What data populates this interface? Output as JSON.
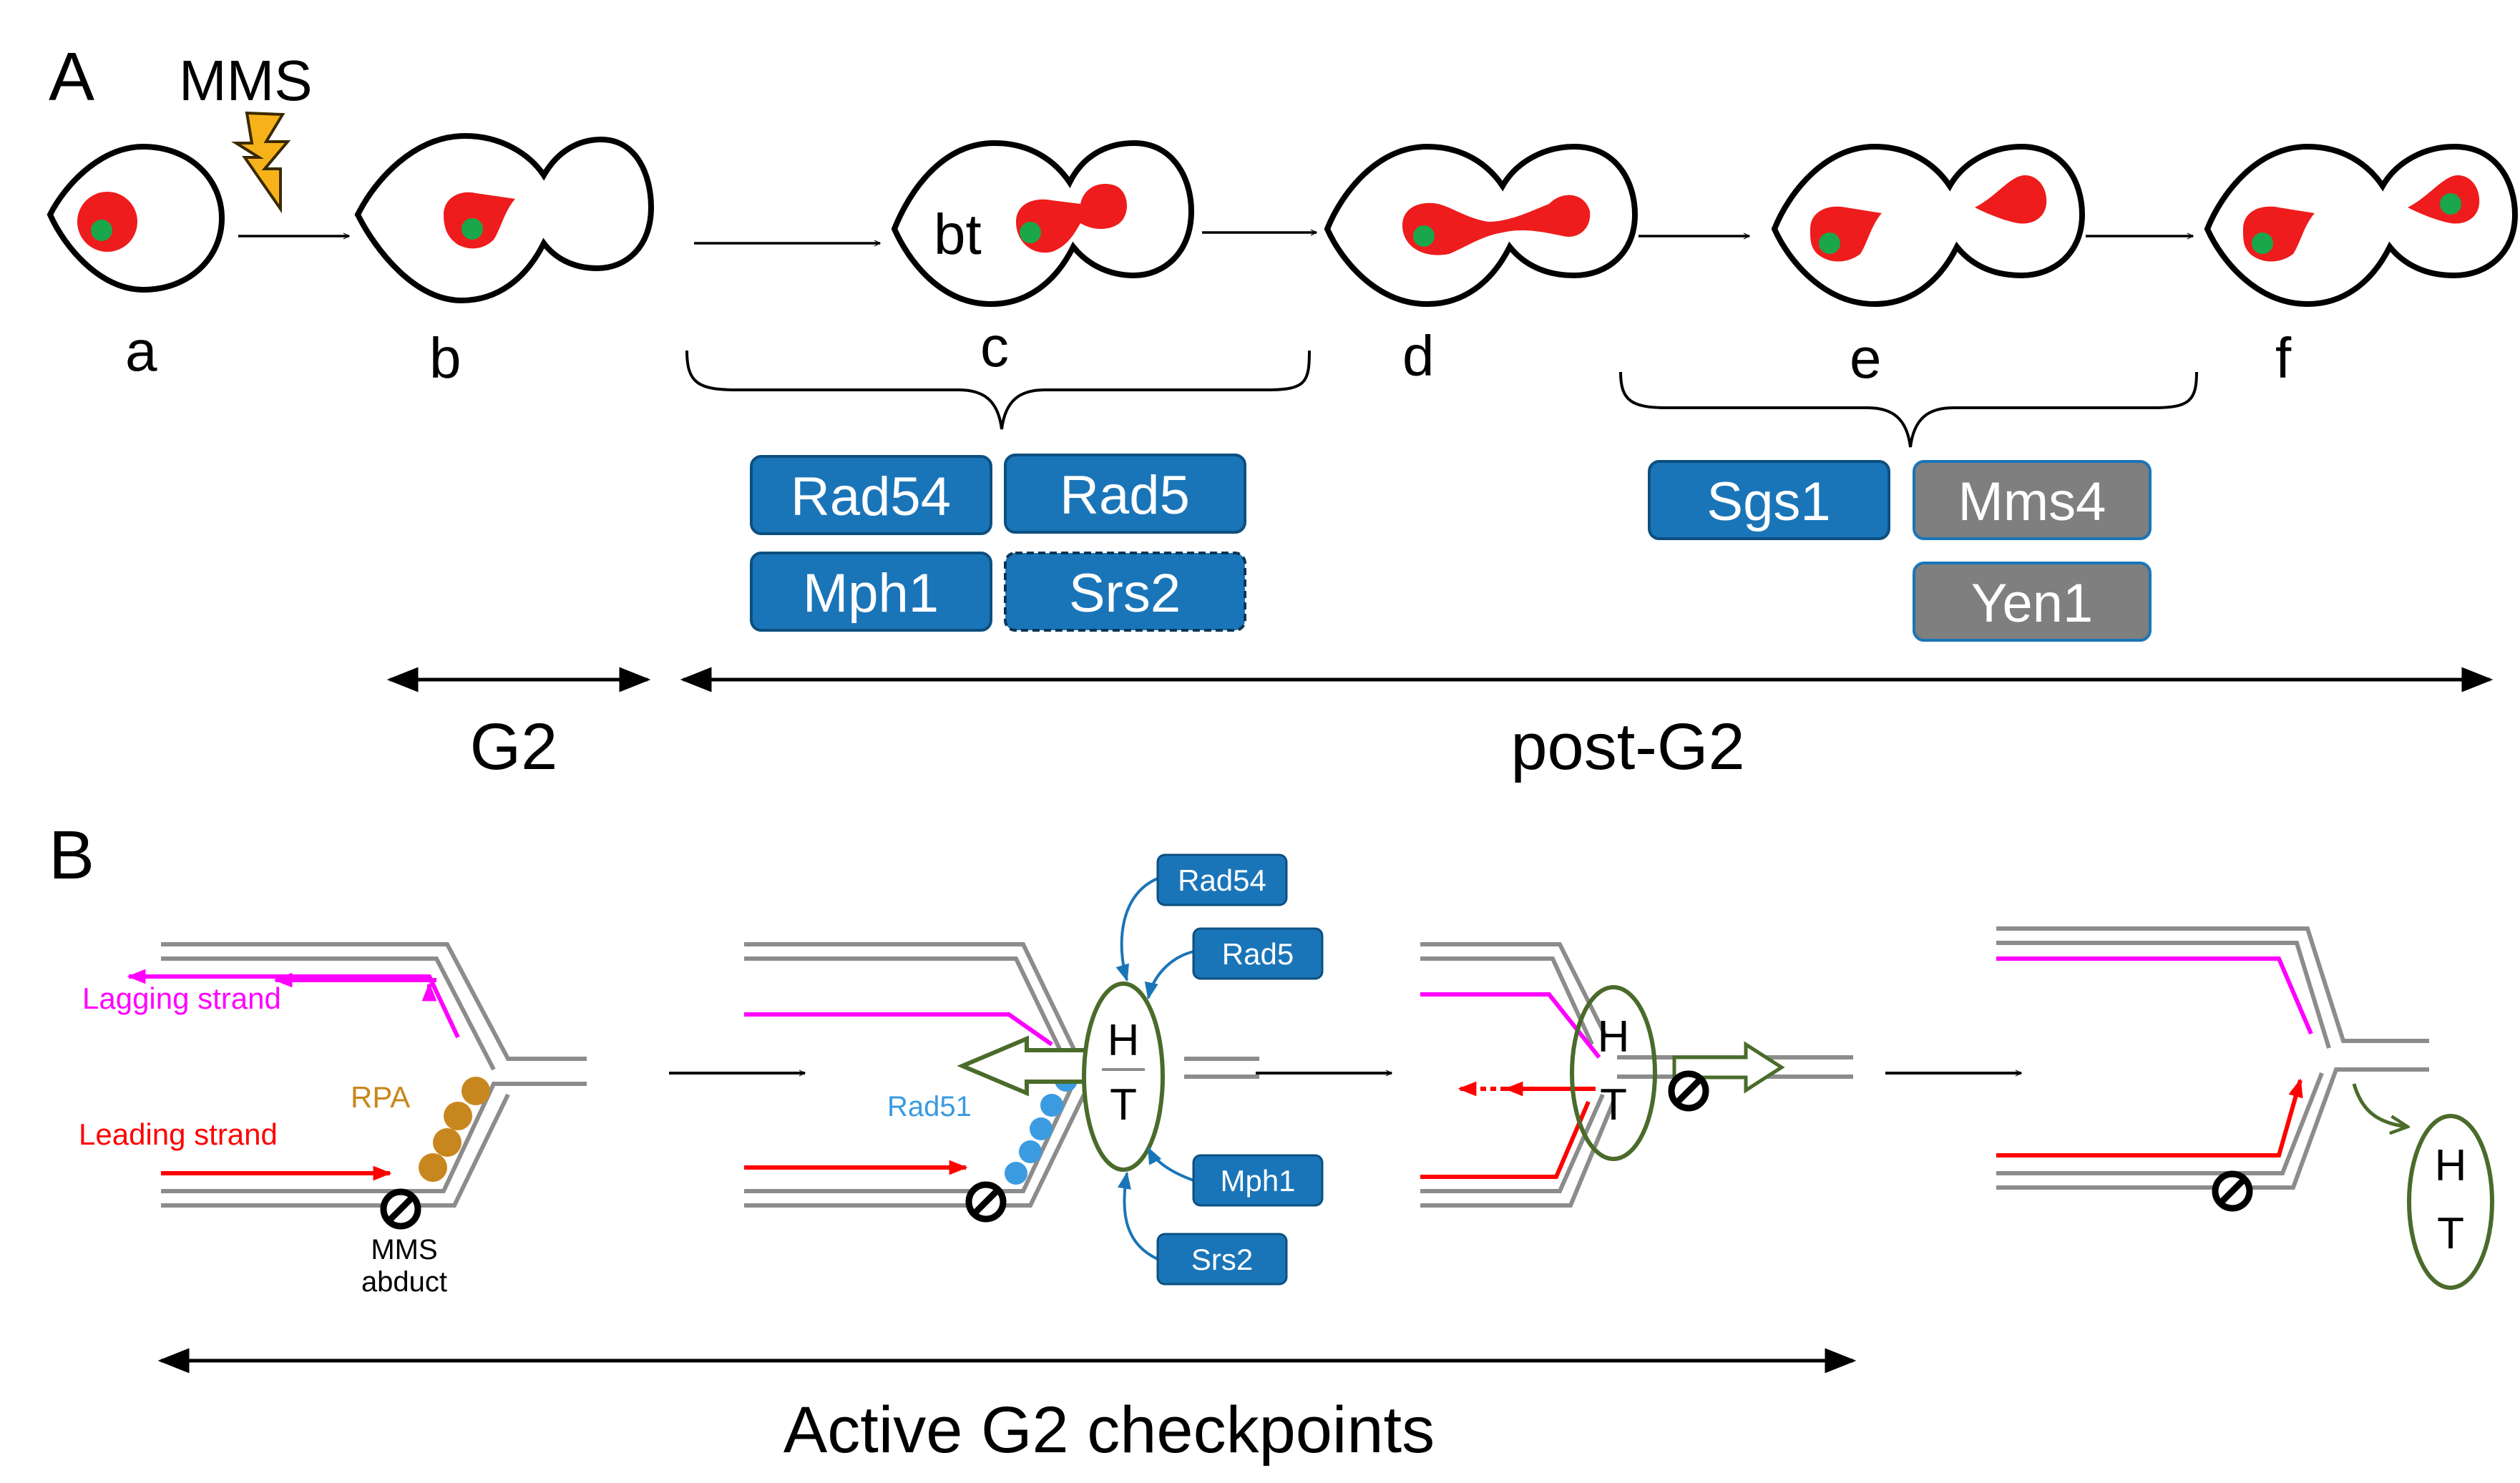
{
  "panel_a": {
    "label": "A",
    "mms_label": "MMS",
    "cell_labels": [
      "a",
      "b",
      "c",
      "d",
      "e",
      "f"
    ],
    "bt_label": "bt",
    "enzymes_c": [
      "Rad54",
      "Rad5",
      "Mph1",
      "Srs2"
    ],
    "enzymes_e": [
      "Sgs1",
      "Mms4",
      "Yen1"
    ],
    "phase_g2": "G2",
    "phase_post_g2": "post-G2"
  },
  "panel_b": {
    "label": "B",
    "lagging_strand": "Lagging  strand",
    "leading_strand": "Leading  strand",
    "rpa": "RPA",
    "mms_adduct_line1": "MMS",
    "mms_adduct_line2": "abduct",
    "rad51": "Rad51",
    "ht_h": "H",
    "ht_t": "T",
    "helicases": [
      "Rad54",
      "Rad5",
      "Mph1",
      "Srs2"
    ],
    "checkpoint_label": "Active G2 checkpoints"
  },
  "colors": {
    "blue_box": "#1a75b8",
    "grey_box": "#7f7f7f",
    "nucleus_red": "#ee1c1c",
    "spb_green": "#1aa64a",
    "lagging_magenta": "#ff00ff",
    "leading_red": "#ff0000",
    "rpa_gold": "#c8871e",
    "rad51_blue": "#3b9be0",
    "ht_green": "#4a6b2a",
    "lightning": "#f7b21a"
  }
}
